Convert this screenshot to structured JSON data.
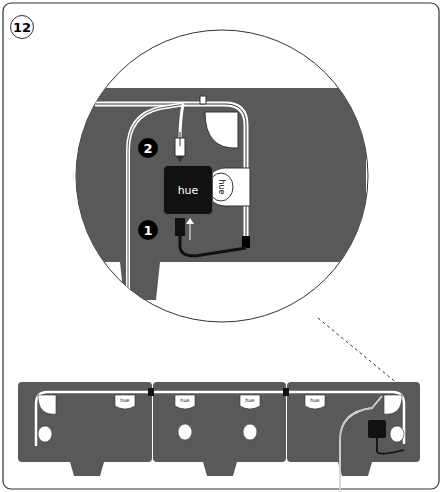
{
  "diagram": {
    "nodes": [
      {
        "text": [
          "12"
        ]
      },
      {
        "text": [
          "2"
        ]
      },
      {
        "text": [
          "1"
        ]
      },
      {
        "text": [
          "hue"
        ]
      }
    ],
    "labels": [
      "hue",
      "hue",
      "hue",
      "hue",
      "hue"
    ]
  }
}
